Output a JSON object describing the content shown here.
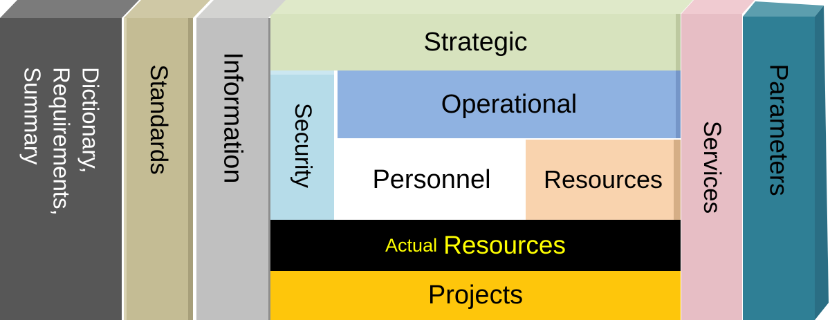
{
  "canvas": {
    "bg": "#FFFFFF"
  },
  "slabs": {
    "dictionary": {
      "lines": [
        "Dictionary,",
        "Requirements,",
        "Summary"
      ],
      "front": "#575757",
      "top": "#7B7B7B",
      "text_color": "#FFFFFF"
    },
    "standards": {
      "label": "Standards",
      "front": "#C4BC94",
      "top": "#CFC8A5",
      "edge_left": "#D9D3B4",
      "edge_right": "#A79F7A",
      "text_color": "#000000"
    },
    "information": {
      "label": "Information",
      "front": "#C0C0C0",
      "top": "#D3D3D1",
      "shadow": "#8E8E8E",
      "text_color": "#000000"
    },
    "services": {
      "label": "Services",
      "front": "#E7BEC5",
      "top": "#F0CBD1",
      "text_color": "#000000"
    },
    "parameters": {
      "label": "Parameters",
      "front": "#2F7F95",
      "top": "#5C9EAE",
      "side": "#2A6E84",
      "text_color": "#000000"
    }
  },
  "stack": {
    "strategic": {
      "label": "Strategic",
      "fill": "#D7E3BE",
      "top": "#DFE9C9",
      "edge": "#BDC9A0",
      "text_color": "#000000"
    },
    "security": {
      "label": "Security",
      "fill": "#B6DCE9",
      "bevel": "#CBE7F1",
      "text_color": "#000000"
    },
    "operational": {
      "label": "Operational",
      "fill": "#8FB2E1",
      "edge": "#7596C8",
      "text_color": "#000000"
    },
    "personnel": {
      "label": "Personnel",
      "fill": "#FFFFFF",
      "text_color": "#000000"
    },
    "resources": {
      "label": "Resources",
      "fill": "#F9D3AE",
      "edge": "#D5AE86",
      "text_color": "#000000"
    },
    "actual_resources": {
      "label_prefix": "Actual",
      "label_main": "Resources",
      "fill": "#000000",
      "text_color": "#FFFF00"
    },
    "projects": {
      "label": "Projects",
      "fill": "#FEC60B",
      "text_color": "#000000"
    }
  }
}
